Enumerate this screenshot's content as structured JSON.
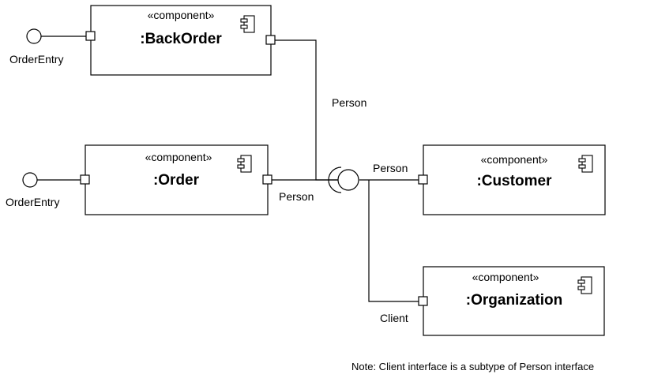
{
  "components": {
    "backorder": {
      "stereotype": "«component»",
      "name": ":BackOrder",
      "port_label": "OrderEntry"
    },
    "order": {
      "stereotype": "«component»",
      "name": ":Order",
      "port_label": "OrderEntry"
    },
    "customer": {
      "stereotype": "«component»",
      "name": ":Customer"
    },
    "organization": {
      "stereotype": "«component»",
      "name": ":Organization"
    }
  },
  "connector_labels": {
    "backorder_person": "Person",
    "order_person": "Person",
    "customer_person": "Person",
    "organization_client": "Client"
  },
  "note": "Note: Client interface is a subtype of Person interface"
}
